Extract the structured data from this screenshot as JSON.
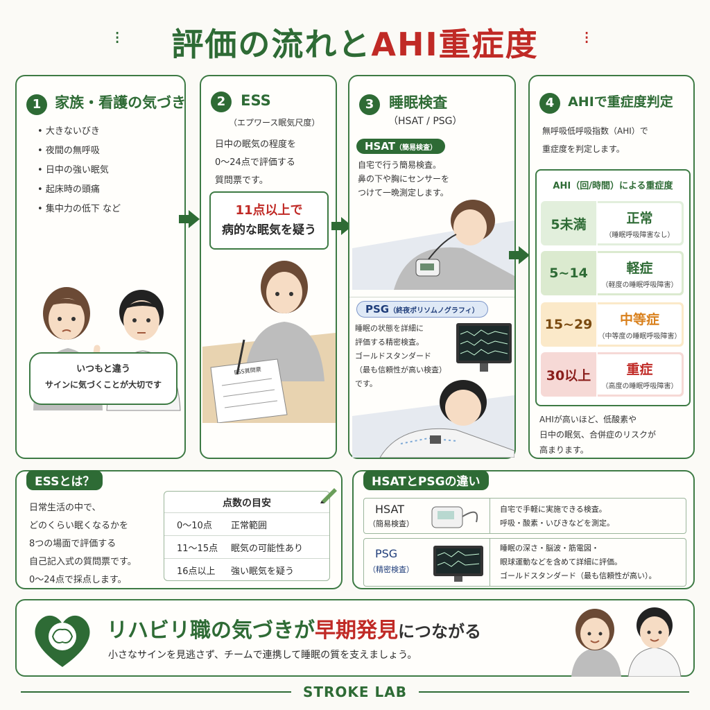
{
  "title": {
    "part1": "評価の流れと",
    "part2": "AHI重症度"
  },
  "steps": [
    {
      "num": "1",
      "title": "家族・看護の気づき",
      "items": [
        "大きないびき",
        "夜間の無呼吸",
        "日中の強い眠気",
        "起床時の頭痛",
        "集中力の低下 など"
      ],
      "bubble_line1": "いつもと違う",
      "bubble_line2": "サインに気づくことが大切です"
    },
    {
      "num": "2",
      "title": "ESS",
      "subtitle": "（エプワース眠気尺度）",
      "desc": [
        "日中の眠気の程度を",
        "0～24点で評価する",
        "質問票です。"
      ],
      "box_line1": "11点以上で",
      "box_line2": "病的な眠気を疑う",
      "paper_label": "ESS質問票"
    },
    {
      "num": "3",
      "title": "睡眠検査",
      "subtitle": "（HSAT / PSG）",
      "hsat_label": "HSAT",
      "hsat_sub": "（簡易検査）",
      "hsat_desc": [
        "自宅で行う簡易検査。",
        "鼻の下や胸にセンサーを",
        "つけて一晩測定します。"
      ],
      "psg_label": "PSG",
      "psg_sub": "（終夜ポリソムノグラフィ）",
      "psg_desc": [
        "睡眠の状態を詳細に",
        "評価する精密検査。",
        "ゴールドスタンダード",
        "（最も信頼性が高い検査）",
        "です。"
      ]
    },
    {
      "num": "4",
      "title": "AHIで重症度判定",
      "desc": [
        "無呼吸低呼吸指数（AHI）で",
        "重症度を判定します。"
      ],
      "table_title": "AHI（回/時間）による重症度",
      "levels": [
        {
          "range": "5未満",
          "name": "正常",
          "desc": "（睡眠呼吸障害なし）",
          "bg": "#e2efdc",
          "color": "#2e6b35"
        },
        {
          "range": "5~14",
          "name": "軽症",
          "desc": "（軽度の睡眠呼吸障害）",
          "bg": "#dbeacf",
          "color": "#2e6b35"
        },
        {
          "range": "15~29",
          "name": "中等症",
          "desc": "（中等度の睡眠呼吸障害）",
          "bg": "#fbe9c9",
          "color": "#d9801c"
        },
        {
          "range": "30以上",
          "name": "重症",
          "desc": "（高度の睡眠呼吸障害）",
          "bg": "#f6d9d6",
          "color": "#c02a26"
        }
      ],
      "note": [
        "AHIが高いほど、低酸素や",
        "日中の眠気、合併症のリスクが",
        "高まります。"
      ]
    }
  ],
  "ess_box": {
    "label": "ESSとは？",
    "desc": [
      "日常生活の中で、",
      "どのくらい眠くなるかを",
      "8つの場面で評価する",
      "自己記入式の質問票です。",
      "0～24点で採点します。"
    ],
    "table_title": "点数の目安",
    "rows": [
      {
        "score": "0～10点",
        "meaning": "正常範囲"
      },
      {
        "score": "11～15点",
        "meaning": "眠気の可能性あり"
      },
      {
        "score": "16点以上",
        "meaning": "強い眠気を疑う"
      }
    ]
  },
  "diff_box": {
    "label": "HSATとPSGの違い",
    "rows": [
      {
        "name": "HSAT",
        "sub": "（簡易検査）",
        "desc": [
          "自宅で手軽に実施できる検査。",
          "呼吸・酸素・いびきなどを測定。"
        ]
      },
      {
        "name": "PSG",
        "sub": "（精密検査）",
        "desc": [
          "睡眠の深さ・脳波・筋電図・",
          "眼球運動などを含めて詳細に評価。",
          "ゴールドスタンダード（最も信頼性が高い）。"
        ]
      }
    ]
  },
  "banner": {
    "headline_1": "リハビリ職の気づきが",
    "headline_2": "早期発見",
    "headline_3": "につながる",
    "sub": "小さなサインを見逃さず、チームで連携して睡眠の質を支えましょう。"
  },
  "footer": "STROKE LAB"
}
